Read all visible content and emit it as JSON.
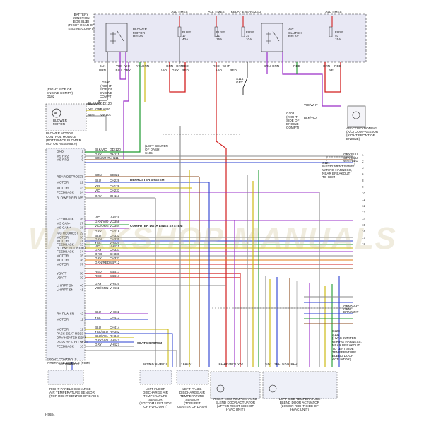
{
  "top_labels": {
    "junction_box": [
      "BATTERY",
      "JUNCTION",
      "BOX (BJB)",
      "(RIGHT REAR OF",
      "ENGINE COMPT)"
    ],
    "all_times_1": "ALL TIMES",
    "all_times_2": "ALL TIMES",
    "relay_energized": "RELAY ENERGIZED",
    "all_times_3": "ALL TIMES",
    "blower_relay": [
      "BLOWER",
      "MOTOR",
      "RELAY"
    ],
    "fuse_a": [
      "FUSE",
      "17",
      "40A"
    ],
    "fuse_b": [
      "FUSE",
      "31",
      "15A"
    ],
    "fuse_c": [
      "FUSE",
      "37",
      "10A"
    ],
    "ac_relay": [
      "A/C",
      "CLUTCH",
      "RELAY"
    ],
    "fuse_d": [
      "FUSE",
      "40",
      "15A"
    ]
  },
  "wire_colors_top": [
    "BLK",
    "VIO",
    "VIO",
    "YEL",
    "GRN",
    "GRN",
    "GRN",
    "RED",
    "RED",
    "WHT",
    "BRN",
    "GRN",
    "RED",
    "GRN",
    "RED"
  ],
  "wire_colors_top2": [
    "BRN",
    "BLU",
    "GRY",
    "VIO",
    "GRY",
    "RED",
    "VIO",
    "RED",
    "YEL"
  ],
  "ground": [
    "G100",
    "(RIGHT",
    "SIDE OF",
    "ENGINE",
    "COMPT)"
  ],
  "ground_g102": [
    "(RIGHT SIDE OF",
    "ENGINE COMPT)",
    "G102"
  ],
  "s114": [
    "S114",
    "GRY"
  ],
  "blower_motor": [
    "BLOWER",
    "MOTOR"
  ],
  "blower_module": [
    "BLOWER MOTOR",
    "CONTROL MODULE",
    "(BOTTOM OF BLOWER",
    "MOTOR ASSEMBLY)"
  ],
  "blower_wires": [
    {
      "color": "BLK/VIO",
      "circuit": "GD/120"
    },
    {
      "color": "YEL/GRN",
      "circuit": "CA480"
    },
    {
      "color": "WHT",
      "circuit": "VW101"
    }
  ],
  "compressor": [
    "AIR-CONDITIONING",
    "(A/C) COMPRESSOR",
    "(RIGHT FRONT OF",
    "ENGINE)"
  ],
  "compressor_wires": [
    {
      "color": "VIO/WHT",
      "circuit": "VIO/WHT"
    },
    {
      "color": "BLK/VIO",
      "circuit": "BLK/VIO"
    }
  ],
  "ground_g103": [
    "G103",
    "(RIGHT",
    "SIDE OF",
    "ENGINE",
    "COMPT)"
  ],
  "left_center": [
    "(LEFT CENTER",
    "OF DASH)",
    "S105"
  ],
  "instrument_panel": [
    "S121",
    "INSTRUMENT PANEL",
    "WIRING HARNESS,",
    "NEAR BREAKOUT",
    "TO GEM"
  ],
  "module_pins": [
    {
      "pin": "1",
      "label": "GND",
      "color": "BLK/VIO",
      "circuit": "GD/120"
    },
    {
      "pin": "8",
      "label": "MS RP2",
      "color": "GRY",
      "circuit": "GH111"
    },
    {
      "pin": "9",
      "label": "MS RP2",
      "color": "BRN/WHT",
      "circuit": "LH111"
    },
    {
      "pin": "21",
      "label": "REAR DEFROST",
      "color": "BRN",
      "circuit": "CE322"
    },
    {
      "pin": "22",
      "label": "MOTOR",
      "color": "BLU",
      "circuit": "CH228"
    },
    {
      "pin": "23",
      "label": "MOTOR",
      "color": "YEL",
      "circuit": "CH128"
    },
    {
      "pin": "24",
      "label": "FEEDBACK",
      "color": "VIO",
      "circuit": "CH233"
    },
    {
      "pin": "25",
      "label": "BLOWER RELAY",
      "color": "GRY",
      "circuit": "GH113"
    },
    {
      "pin": "26",
      "label": "FEEDBACK",
      "color": "VIO",
      "circuit": "VH418"
    },
    {
      "pin": "27",
      "label": "MS CAN-",
      "color": "GRN/VIO",
      "circuit": "VO358"
    },
    {
      "pin": "28",
      "label": "MS CAN+",
      "color": "VIO/ORG",
      "circuit": "VO354"
    },
    {
      "pin": "29",
      "label": "A/C REQUEST",
      "color": "GRY",
      "circuit": "CH218"
    },
    {
      "pin": "30",
      "label": "MOTOR",
      "color": "BLU",
      "circuit": "CH332"
    },
    {
      "pin": "31",
      "label": "MOTOR",
      "color": "GRN",
      "circuit": "CH335"
    },
    {
      "pin": "32",
      "label": "FEEDBACK",
      "color": "YEL",
      "circuit": "VH336"
    },
    {
      "pin": "33",
      "label": "BLOWER CONTROL",
      "color": "VIO",
      "circuit": "VH431"
    },
    {
      "pin": "34",
      "label": "FEEDBACK",
      "color": "GRY",
      "circuit": "CH337"
    },
    {
      "pin": "35",
      "label": "MOTOR",
      "color": "ORG",
      "circuit": "CH338"
    },
    {
      "pin": "36",
      "label": "MOTOR",
      "color": "GRY",
      "circuit": "CH337"
    },
    {
      "pin": "37",
      "label": "MOTOR",
      "color": "GRN/RED",
      "circuit": "SBP12"
    },
    {
      "pin": "38",
      "label": "VBATT",
      "color": "RED",
      "circuit": "SBB17"
    },
    {
      "pin": "39",
      "label": "VBATT",
      "color": "RED",
      "circuit": "SBB17"
    },
    {
      "pin": "40",
      "label": "LH RPT SN",
      "color": "GRY",
      "circuit": "VH416"
    },
    {
      "pin": "41",
      "label": "LH RPT SN",
      "color": "VIO/GRN",
      "circuit": "VH411"
    },
    {
      "pin": "42",
      "label": "RH PLW SN",
      "color": "BLU",
      "circuit": "VH311"
    },
    {
      "pin": "11",
      "label": "MOTOR",
      "color": "YEL",
      "circuit": "CH413"
    },
    {
      "pin": "12",
      "label": "MOTOR",
      "color": "BLU",
      "circuit": "CH414"
    },
    {
      "pin": "13",
      "label": "PASS SEAT REC",
      "color": "YEL/BLU",
      "circuit": "RH352"
    },
    {
      "pin": "14",
      "label": "DRV HEATED SEAT",
      "color": "BLU/YEL",
      "circuit": "RH347"
    },
    {
      "pin": "15",
      "label": "PASS HEATED SEAT",
      "color": "GRY/VIO",
      "circuit": "VH447"
    },
    {
      "pin": "16",
      "label": "FEEDBACK",
      "color": "GRY",
      "circuit": "VH427"
    }
  ],
  "tags": [
    "DEFROSTER SYSTEM",
    "COMPUTER DATA LINES SYSTEM",
    "SEATS SYSTEM"
  ],
  "module_name": [
    "FRONT CONTROLS",
    "INTERFACE MODULE (FCIM)"
  ],
  "right_stubs": [
    "GRY/BLU",
    "GRY/BLU",
    "WHT/BLU",
    "GRN/WHT",
    "GRN",
    "BRN/WHT"
  ],
  "right_pins": [
    "1",
    "2",
    "3",
    "6",
    "8",
    "9",
    "10",
    "11",
    "12",
    "13",
    "14",
    "15",
    "16",
    "17",
    "18"
  ],
  "c228": [
    "C228",
    "S137",
    "(HVAC JUMPER",
    "WIRING HARNESS,",
    "NEAR BREAKOUT",
    "TO LEFT SIDE",
    "TEMPERATURE",
    "BLEND DOOR",
    "ACTUATOR)"
  ],
  "bottom_components": [
    [
      "RIGHT PANEL DISCHARGE",
      "AIR TEMPERATURE SENSOR",
      "(TOP RIGHT CENTER OF DASH)"
    ],
    [
      "LEFT FLOOR",
      "DISCHARGE AIR",
      "TEMPERATURE",
      "SENSOR",
      "(BOTTOM LEFT SIDE",
      "OF HVAC UNIT)"
    ],
    [
      "LEFT PANEL",
      "DISCHARGE AIR",
      "TEMPERATURE",
      "SENSOR",
      "(TOP LEFT",
      "CENTER OF DASH)"
    ],
    [
      "RIGHT SIDE TEMPERATURE",
      "BLEND DOOR ACTUATOR",
      "(UPPER RIGHT SIDE OF",
      "HVAC UNIT)"
    ],
    [
      "LEFT SIDE TEMPERATURE",
      "BLEND DOOR ACTUATOR",
      "(LOWER RIGHT SIDE OF",
      "HVAC UNIT)"
    ]
  ],
  "bottom_wires": [
    "GRY/BLU",
    "VIO/GRN",
    "BRN",
    "GRY",
    "BLU",
    "WHT",
    "YEL",
    "GRY",
    "BLU",
    "BRN",
    "WHT",
    "VIO",
    "GRY",
    "YEL",
    "GRN",
    "BLU"
  ],
  "figure_id": "H5684",
  "watermark": "WORKSHOP MANUALS",
  "colors": {
    "red": "#d21f1f",
    "blue": "#2a3fd0",
    "violet": "#9a2fc8",
    "green": "#1d9a2e",
    "yellow": "#c8b400",
    "gray": "#8a8a8a",
    "brown": "#8b4a1c",
    "orange": "#e07a10",
    "white": "#bdbdbd",
    "black": "#111111",
    "jbox": "#e8e8f4"
  }
}
